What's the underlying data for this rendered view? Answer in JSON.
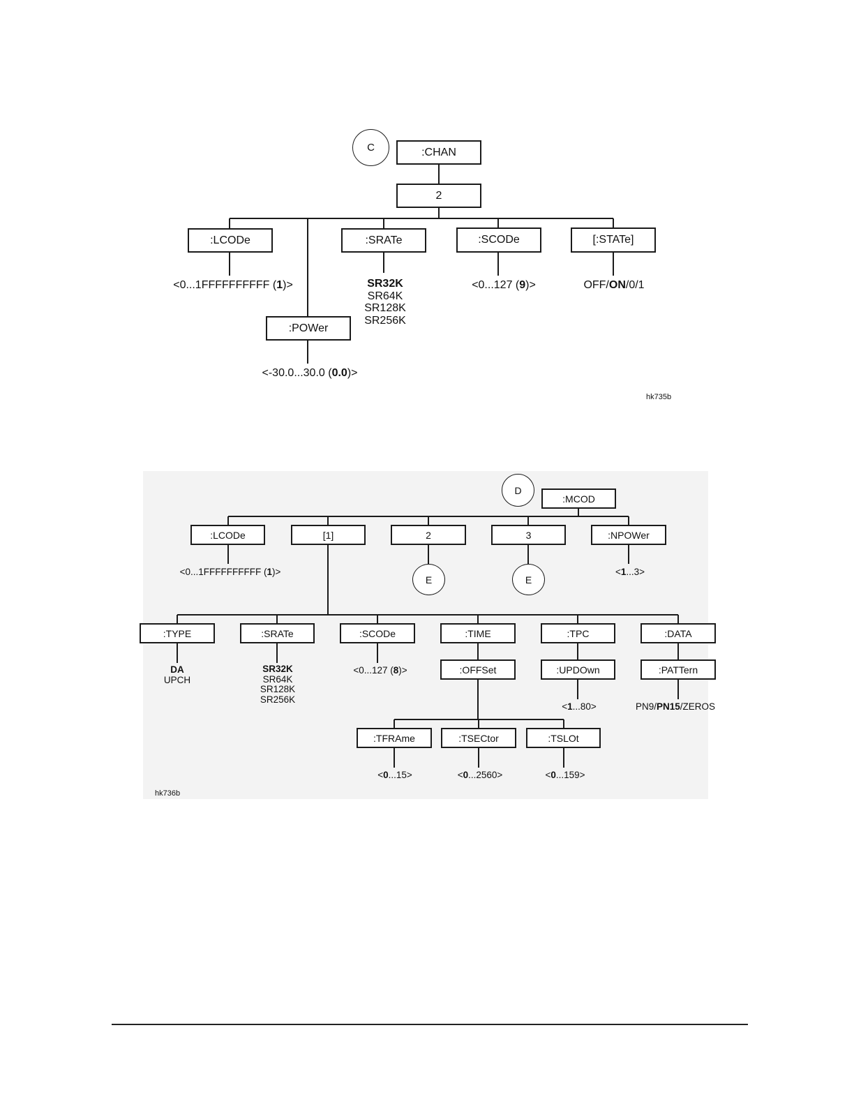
{
  "diagram_c": {
    "connector": "C",
    "root": ":CHAN",
    "index": "2",
    "lcode": ":LCODe",
    "lcode_value": {
      "pre": "<0...1FFFFFFFFFF (",
      "bold": "1",
      "post": ")>"
    },
    "power": ":POWer",
    "power_value": {
      "pre": "<-30.0...30.0 (",
      "bold": "0.0",
      "post": ")>"
    },
    "srate": ":SRATe",
    "srate_values": [
      {
        "text": "SR32K",
        "bold": true
      },
      {
        "text": "SR64K",
        "bold": false
      },
      {
        "text": "SR128K",
        "bold": false
      },
      {
        "text": "SR256K",
        "bold": false
      }
    ],
    "scode": ":SCODe",
    "scode_value": {
      "pre": "<0...127  (",
      "bold": "9",
      "post": ")>"
    },
    "state": "[:STATe]",
    "state_value": {
      "pre": "OFF/",
      "bold": "ON",
      "post": "/0/1"
    },
    "figure_id": "hk735b"
  },
  "diagram_d": {
    "connector": "D",
    "root": ":MCOD",
    "lcode": ":LCODe",
    "lcode_value": {
      "pre": "<0...1FFFFFFFFFF (",
      "bold": "1",
      "post": ")>"
    },
    "index1": "[1]",
    "index2": "2",
    "index3": "3",
    "connector_e2": "E",
    "connector_e3": "E",
    "npower": ":NPOWer",
    "npower_value": {
      "pre": "<",
      "bold": "1",
      "post": "...3>"
    },
    "type": ":TYPE",
    "type_values": [
      {
        "text": "DA",
        "bold": true
      },
      {
        "text": "UPCH",
        "bold": false
      }
    ],
    "srate": ":SRATe",
    "srate_values": [
      {
        "text": "SR32K",
        "bold": true
      },
      {
        "text": "SR64K",
        "bold": false
      },
      {
        "text": "SR128K",
        "bold": false
      },
      {
        "text": "SR256K",
        "bold": false
      }
    ],
    "scode": ":SCODe",
    "scode_value": {
      "pre": "<0...127 (",
      "bold": "8",
      "post": ")>"
    },
    "time": ":TIME",
    "offset": ":OFFSet",
    "tframe": ":TFRAme",
    "tframe_value": {
      "pre": "<",
      "bold": "0",
      "post": "...15>"
    },
    "tsector": ":TSECtor",
    "tsector_value": {
      "pre": "<",
      "bold": "0",
      "post": "...2560>"
    },
    "tslot": ":TSLOt",
    "tslot_value": {
      "pre": "<",
      "bold": "0",
      "post": "...159>"
    },
    "tpc": ":TPC",
    "updown": ":UPDOwn",
    "updown_value": {
      "pre": "<",
      "bold": "1",
      "post": "...80>"
    },
    "data": ":DATA",
    "pattern": ":PATTern",
    "pattern_value": {
      "pre": "PN9/",
      "bold": "PN15",
      "post": "/ZEROS"
    },
    "figure_id": "hk736b"
  }
}
